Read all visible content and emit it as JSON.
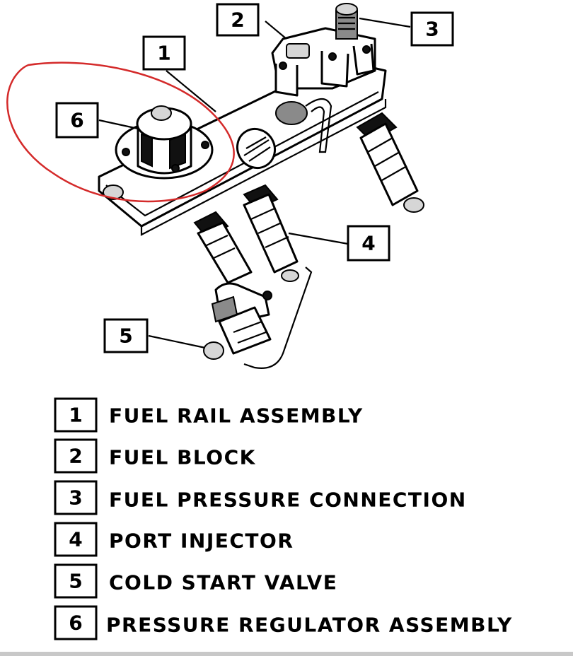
{
  "callouts": [
    {
      "number": "1"
    },
    {
      "number": "2"
    },
    {
      "number": "3"
    },
    {
      "number": "4"
    },
    {
      "number": "5"
    },
    {
      "number": "6"
    }
  ],
  "legend": [
    {
      "number": "1",
      "label": "FUEL RAIL ASSEMBLY"
    },
    {
      "number": "2",
      "label": "FUEL BLOCK"
    },
    {
      "number": "3",
      "label": "FUEL PRESSURE CONNECTION"
    },
    {
      "number": "4",
      "label": "PORT INJECTOR"
    },
    {
      "number": "5",
      "label": "COLD START VALVE"
    },
    {
      "number": "6",
      "label": "PRESSURE REGULATOR ASSEMBLY"
    }
  ],
  "highlight": {
    "color": "#d42a2a",
    "target": "6"
  }
}
